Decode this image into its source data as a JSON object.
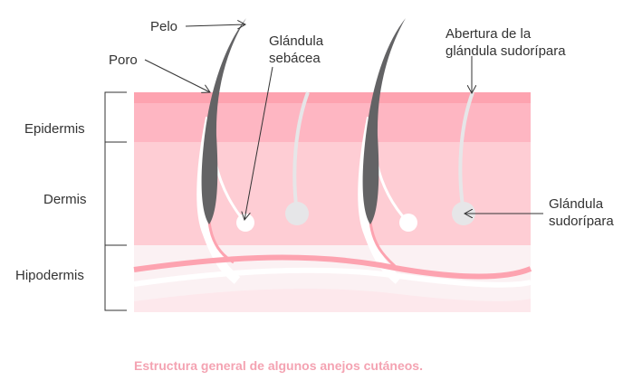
{
  "labels": {
    "pelo": "Pelo",
    "poro": "Poro",
    "sebacea_line1": "Glándula",
    "sebacea_line2": "sebácea",
    "abertura_line1": "Abertura de la",
    "abertura_line2": "glándula sudorípara",
    "sudoripara_line1": "Glándula",
    "sudoripara_line2": "sudorípara",
    "epidermis": "Epidermis",
    "dermis": "Dermis",
    "hipodermis": "Hipodermis"
  },
  "caption": "Estructura general de algunos anejos cutáneos.",
  "colors": {
    "top_stripe": "#fda3b0",
    "epidermis": "#feb6c2",
    "dermis": "#fecdd4",
    "hipodermis": "#fbf1f3",
    "hair": "#636365",
    "caption": "#f4a3b2"
  }
}
